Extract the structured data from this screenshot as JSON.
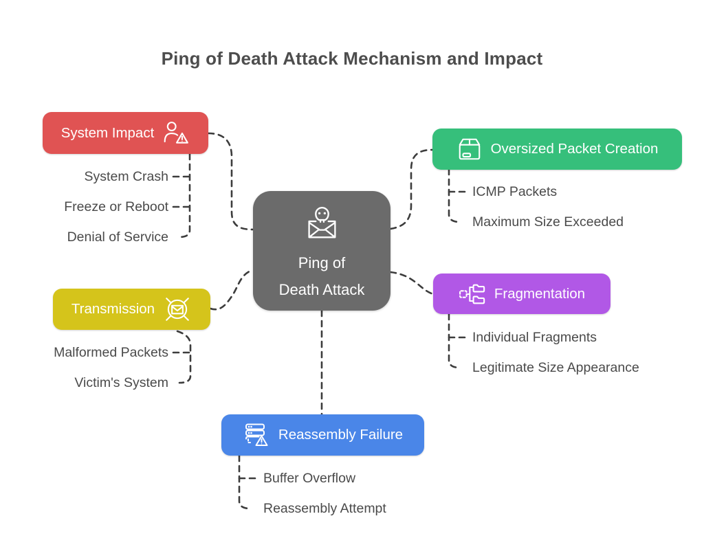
{
  "title": "Ping of Death Attack Mechanism and Impact",
  "connector_color": "#3c3c3c",
  "center": {
    "label_line1": "Ping of",
    "label_line2": "Death Attack",
    "color": "#6b6b6b",
    "icon": "skull-mail-icon"
  },
  "branches": [
    {
      "id": "system-impact",
      "label": "System Impact",
      "color": "#e05353",
      "icon": "user-alert-icon",
      "children": [
        "System Crash",
        "Freeze or Reboot",
        "Denial of Service"
      ]
    },
    {
      "id": "transmission",
      "label": "Transmission",
      "color": "#d5c41b",
      "icon": "mail-blocked-icon",
      "children": [
        "Malformed Packets",
        "Victim's System"
      ]
    },
    {
      "id": "oversized-packet-creation",
      "label": "Oversized Packet Creation",
      "color": "#36bf7b",
      "icon": "package-icon",
      "children": [
        "ICMP Packets",
        "Maximum Size Exceeded"
      ]
    },
    {
      "id": "fragmentation",
      "label": "Fragmentation",
      "color": "#b158e6",
      "icon": "tree-folders-icon",
      "children": [
        "Individual Fragments",
        "Legitimate Size Appearance"
      ]
    },
    {
      "id": "reassembly-failure",
      "label": "Reassembly Failure",
      "color": "#4a86e8",
      "icon": "server-alert-icon",
      "children": [
        "Buffer Overflow",
        "Reassembly Attempt"
      ]
    }
  ]
}
